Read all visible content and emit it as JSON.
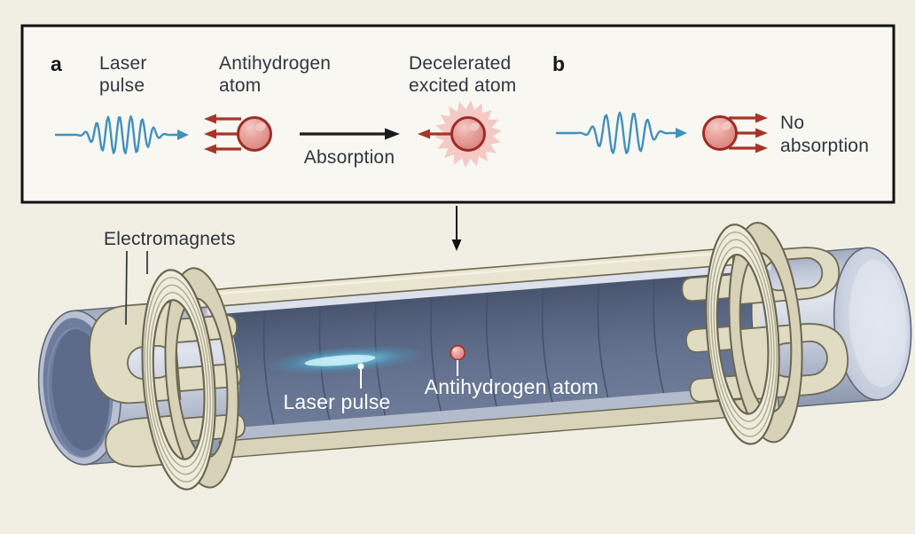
{
  "figure": {
    "panel_a_label": "a",
    "panel_b_label": "b",
    "laser_pulse_line1": "Laser",
    "laser_pulse_line2": "pulse",
    "antihydrogen_line1": "Antihydrogen",
    "antihydrogen_line2": "atom",
    "decelerated_line1": "Decelerated",
    "decelerated_line2": "excited atom",
    "absorption_label": "Absorption",
    "no_absorption_line1": "No",
    "no_absorption_line2": "absorption"
  },
  "apparatus": {
    "electromagnets_label": "Electromagnets",
    "laser_pulse_label": "Laser pulse",
    "antihydrogen_atom_label": "Antihydrogen atom"
  },
  "colors": {
    "background": "#f1efe3",
    "panel_background": "#f8f7f1",
    "panel_border": "#111111",
    "laser_blue": "#4191bd",
    "arrow_red": "#a93428",
    "atom_sphere": "#e0948e",
    "atom_outline": "#9c2d26",
    "starburst_pink": "#f5c9c5",
    "coil_cream": "#eeecdd",
    "yoke_cream": "#e0dbc3",
    "tube_interior": "#5d6a84",
    "tube_steel": "#b6bfd1",
    "text_dark": "#30363f",
    "text_white": "#ffffff"
  }
}
